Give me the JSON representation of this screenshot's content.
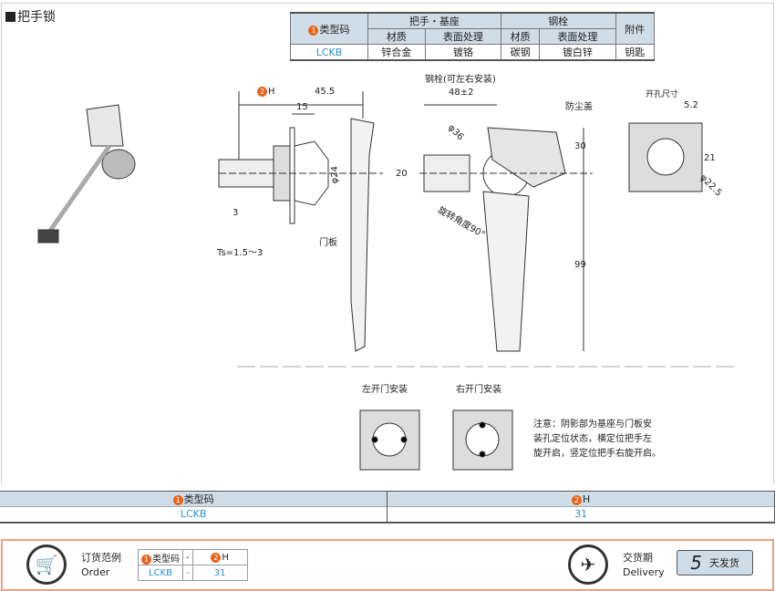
{
  "title": "把手锁",
  "spec_table": {
    "type_code": "类型码",
    "handle_base": "把手・基座",
    "bolt": "钢栓",
    "accessory": "附件",
    "material": "材质",
    "surface": "表面处理",
    "row": [
      "LCKB",
      "锌合金",
      "镀铬",
      "碳钢",
      "镀白锌",
      "钥匙"
    ]
  },
  "drawing": {
    "h": "H",
    "d45": "45.5",
    "d15": "15",
    "phi24": "φ24",
    "d3": "3",
    "ts": "Ts=1.5～3",
    "door": "门板",
    "bolt_note": "钢栓(可左右安装)",
    "d48": "48±2",
    "dust": "防尘盖",
    "phi36": "φ36",
    "d20": "20",
    "d30": "30",
    "rot": "旋转角度90°",
    "d99": "99",
    "hole": "开孔尺寸",
    "d52": "5.2",
    "d21": "21",
    "phi225": "φ22.5",
    "left_door": "左开门安装",
    "right_door": "右开门安装",
    "note": [
      "注意：阴影部为基座与门板安",
      "装孔定位状态，横定位把手左",
      "旋开启，竖定位把手右旋开启。"
    ]
  },
  "bottom_table": {
    "h1": "类型码",
    "h2": "H",
    "v1": "LCKB",
    "v2": "31"
  },
  "order": {
    "label": "订货范例",
    "label_en": "Order",
    "h1": "类型码",
    "dash": "-",
    "h2": "H",
    "v1": "LCKB",
    "v2": "31"
  },
  "delivery": {
    "label": "交货期",
    "label_en": "Delivery",
    "days": "5",
    "unit": "天发货"
  }
}
